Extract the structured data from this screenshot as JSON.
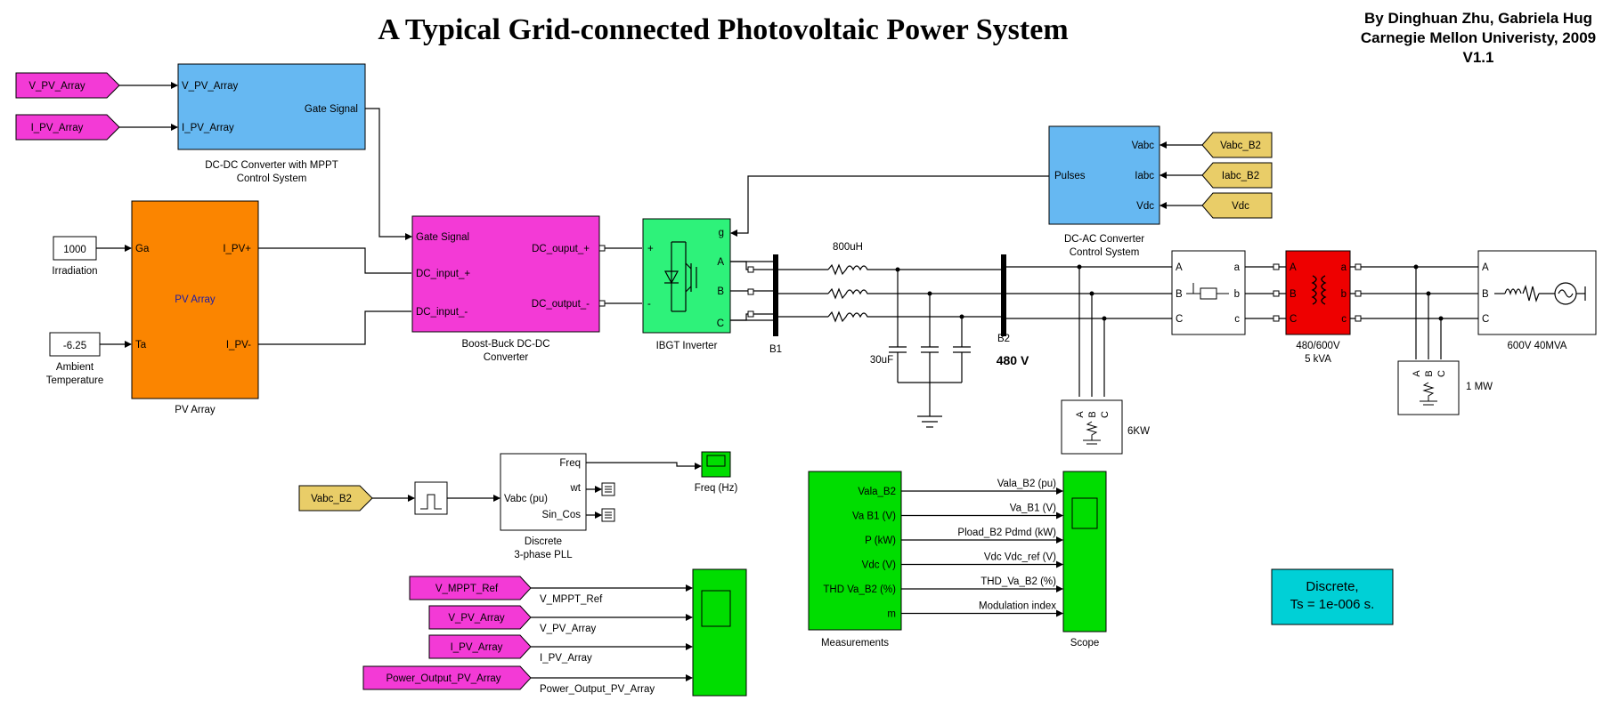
{
  "title": "A Typical Grid-connected Photovoltaic Power System",
  "author": {
    "line1": "By Dinghuan Zhu, Gabriela Hug",
    "line2": "Carnegie Mellon Univeristy, 2009",
    "line3": "V1.1"
  },
  "tags": {
    "v_pv_array": "V_PV_Array",
    "i_pv_array": "I_PV_Array",
    "vabc_b2": "Vabc_B2",
    "iabc_b2": "Iabc_B2",
    "vdc": "Vdc",
    "v_mppt_ref": "V_MPPT_Ref",
    "power_output_pv_array": "Power_Output_PV_Array"
  },
  "mppt": {
    "in1": "V_PV_Array",
    "in2": "I_PV_Array",
    "out": "Gate Signal",
    "caption1": "DC-DC Converter with MPPT",
    "caption2": "Control System"
  },
  "constants": {
    "irradiation_value": "1000",
    "irradiation_label": "Irradiation",
    "temperature_value": "-6.25",
    "temperature_label1": "Ambient",
    "temperature_label2": "Temperature"
  },
  "pv_array": {
    "in1": "Ga",
    "in2": "Ta",
    "out1": "I_PV+",
    "out2": "I_PV-",
    "center": "PV Array",
    "caption": "PV Array"
  },
  "boost": {
    "in1": "Gate Signal",
    "in2": "DC_input_+",
    "in3": "DC_input_-",
    "out1": "DC_ouput_+",
    "out2": "DC_output_-",
    "caption1": "Boost-Buck DC-DC",
    "caption2": "Converter"
  },
  "inverter": {
    "g": "g",
    "plus": "+",
    "minus": "-",
    "a": "A",
    "b": "B",
    "c": "C",
    "caption": "IBGT Inverter"
  },
  "bus": {
    "b1": "B1",
    "b2": "B2",
    "voltage": "480 V"
  },
  "filter": {
    "inductor": "800uH",
    "capacitor": "30uF"
  },
  "dcac": {
    "in1": "Vabc",
    "in2": "Iabc",
    "in3": "Vdc",
    "out": "Pulses",
    "caption1": "DC-AC Converter",
    "caption2": "Control System"
  },
  "load_6kw": {
    "a": "A",
    "b": "B",
    "c": "C",
    "label": "6KW"
  },
  "meas_block": {
    "a": "A",
    "b": "B",
    "c": "C",
    "oa": "a",
    "ob": "b",
    "oc": "c"
  },
  "transformer": {
    "a": "A",
    "b": "B",
    "c": "C",
    "oa": "a",
    "ob": "b",
    "oc": "c",
    "label1": "480/600V",
    "label2": "5 kVA"
  },
  "load_1mw": {
    "a": "A",
    "b": "B",
    "c": "C",
    "label": "1 MW"
  },
  "source": {
    "a": "A",
    "b": "B",
    "c": "C",
    "label": "600V 40MVA"
  },
  "pll": {
    "in": "Vabc (pu)",
    "out1": "Freq",
    "out2": "wt",
    "out3": "Sin_Cos",
    "caption1": "Discrete",
    "caption2": "3-phase PLL",
    "freq_scope": "Freq (Hz)"
  },
  "measurements": {
    "ports": [
      "Vala_B2",
      "Va B1 (V)",
      "P  (kW)",
      "Vdc (V)",
      "THD Va_B2 (%)",
      "m"
    ],
    "signals": [
      "Vala_B2 (pu)",
      "Va_B1 (V)",
      "Pload_B2 Pdmd (kW)",
      "Vdc Vdc_ref (V)",
      "THD_Va_B2 (%)",
      "Modulation index"
    ],
    "caption": "Measurements",
    "scope_caption": "Scope"
  },
  "pv_scope": {
    "signals": [
      "V_MPPT_Ref",
      "V_PV_Array",
      "I_PV_Array",
      "Power_Output_PV_Array"
    ]
  },
  "powergui": {
    "line1": "Discrete,",
    "line2": "Ts = 1e-006 s."
  },
  "colors": {
    "blue": "#66b8f2",
    "orange": "#fb8500",
    "magenta": "#f33ad6",
    "green": "#00dd00",
    "inverter_green": "#2ef27a",
    "red": "#ee0000",
    "yellow": "#e9cd68",
    "cyan": "#00d0d6"
  }
}
